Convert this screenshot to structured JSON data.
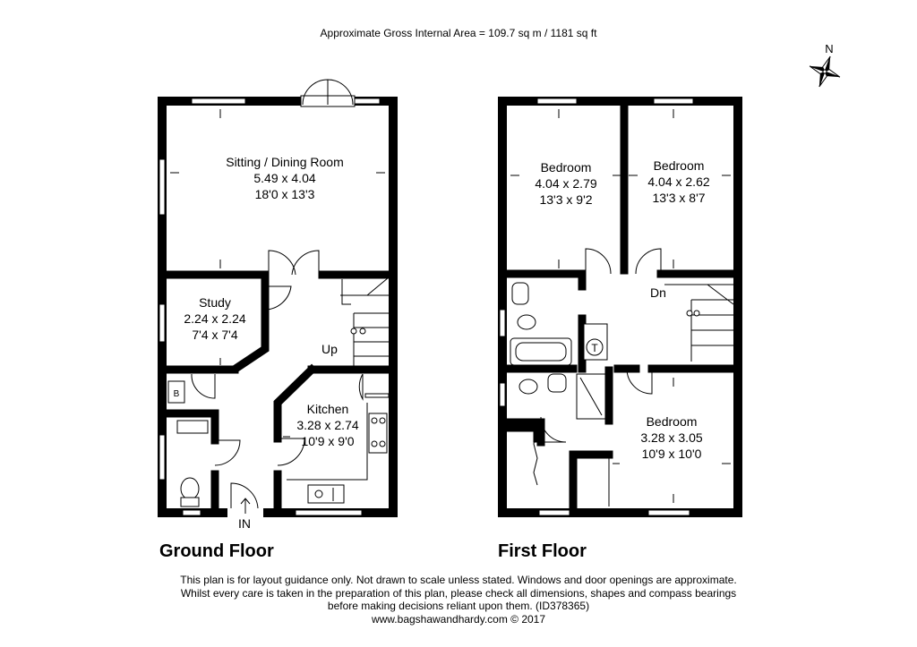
{
  "header": {
    "area_text": "Approximate Gross Internal Area = 109.7 sq m / 1181 sq ft"
  },
  "compass": {
    "label": "N"
  },
  "ground_floor": {
    "title": "Ground Floor",
    "rooms": [
      {
        "name": "Sitting / Dining Room",
        "metric": "5.49 x 4.04",
        "imperial": "18'0 x 13'3"
      },
      {
        "name": "Study",
        "metric": "2.24 x 2.24",
        "imperial": "7'4 x 7'4"
      },
      {
        "name": "Kitchen",
        "metric": "3.28 x 2.74",
        "imperial": "10'9 x 9'0"
      }
    ],
    "labels": {
      "stairs_up": "Up",
      "entrance": "IN",
      "boiler": "B"
    }
  },
  "first_floor": {
    "title": "First Floor",
    "rooms": [
      {
        "name": "Bedroom",
        "metric": "4.04 x 2.79",
        "imperial": "13'3 x 9'2"
      },
      {
        "name": "Bedroom",
        "metric": "4.04 x 2.62",
        "imperial": "13'3 x 8'7"
      },
      {
        "name": "Bedroom",
        "metric": "3.28 x 3.05",
        "imperial": "10'9 x 10'0"
      }
    ],
    "labels": {
      "stairs_down": "Dn",
      "tank": "T"
    }
  },
  "footer": {
    "line1": "This plan is for layout guidance only. Not drawn to scale unless stated. Windows and door openings are approximate.",
    "line2": "Whilst every care is taken in the preparation of this plan, please check all dimensions, shapes and compass bearings",
    "line3": "before making decisions reliant upon them. (ID378365)",
    "line4": "www.bagshawandhardy.com © 2017"
  }
}
